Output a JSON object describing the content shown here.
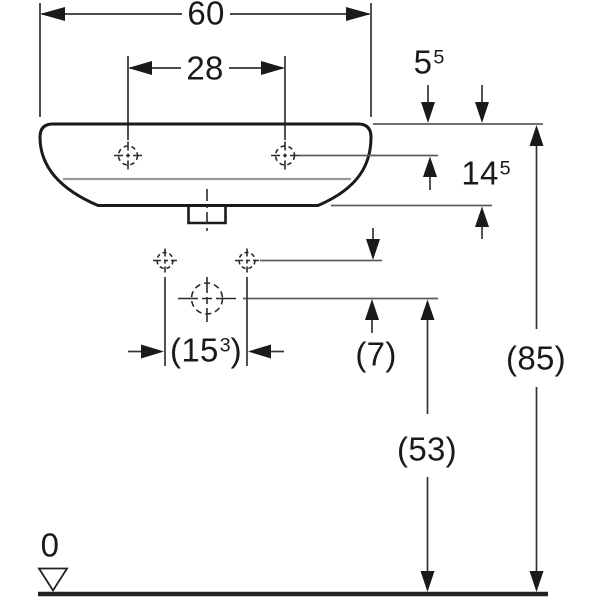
{
  "document": {
    "type": "technical-dimension-drawing",
    "subject": "wall-hung washbasin, front elevation with installation dimensions"
  },
  "dimensions": {
    "overall_width": {
      "value": "60"
    },
    "tap_hole_spacing": {
      "value": "28"
    },
    "rim_to_tap_hole": {
      "value": "5",
      "sup": "5"
    },
    "front_height": {
      "value": "14",
      "sup": "5"
    },
    "fixing_hole_spacing": {
      "open": "(",
      "value": "15",
      "sup": "3",
      "close": ")"
    },
    "fixing_to_outlet_gap": {
      "value": "(7)"
    },
    "outlet_height": {
      "value": "(53)"
    },
    "rim_height": {
      "value": "(85)"
    },
    "datum": {
      "value": "0"
    }
  },
  "colors": {
    "outline": "#1a1a1a",
    "dimension_lines": "#333333",
    "reference_lines": "#5d5d5d",
    "rim_line": "#9a9a9a",
    "text": "#1a1a1a",
    "background": "#ffffff"
  }
}
